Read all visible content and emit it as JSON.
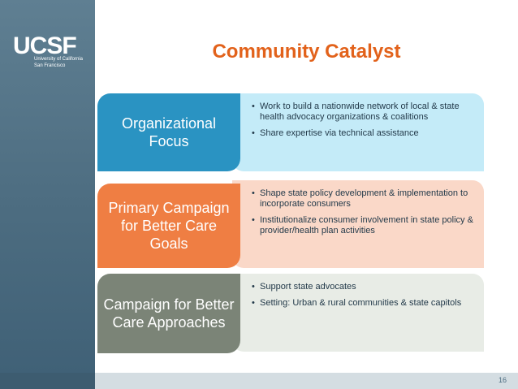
{
  "logo": {
    "mark": "UCSF",
    "line1": "University of California",
    "line2": "San Francisco"
  },
  "slide": {
    "title": "Community Catalyst",
    "page_number": "16"
  },
  "rows": [
    {
      "category": "Organizational Focus",
      "bullets": [
        "Work to build a nationwide network of local & state health advocacy organizations & coalitions",
        "Share expertise via technical assistance"
      ]
    },
    {
      "category": "Primary Campaign for Better Care Goals",
      "bullets": [
        "Shape state policy development & implementation to incorporate consumers",
        "Institutionalize consumer involvement in state policy & provider/health plan activities"
      ]
    },
    {
      "category": "Campaign for Better Care Approaches",
      "bullets": [
        "Support state advocates",
        "Setting: Urban & rural communities & state capitols"
      ]
    }
  ],
  "colors": {
    "title": "#e2621b",
    "row1_category": "#2a93c2",
    "row1_detail": "#c4ebf8",
    "row2_category": "#ef7e43",
    "row2_detail": "#fad8c8",
    "row3_category": "#7b8477",
    "row3_detail": "#e8ece6",
    "sidebar": "#4c6c80"
  }
}
